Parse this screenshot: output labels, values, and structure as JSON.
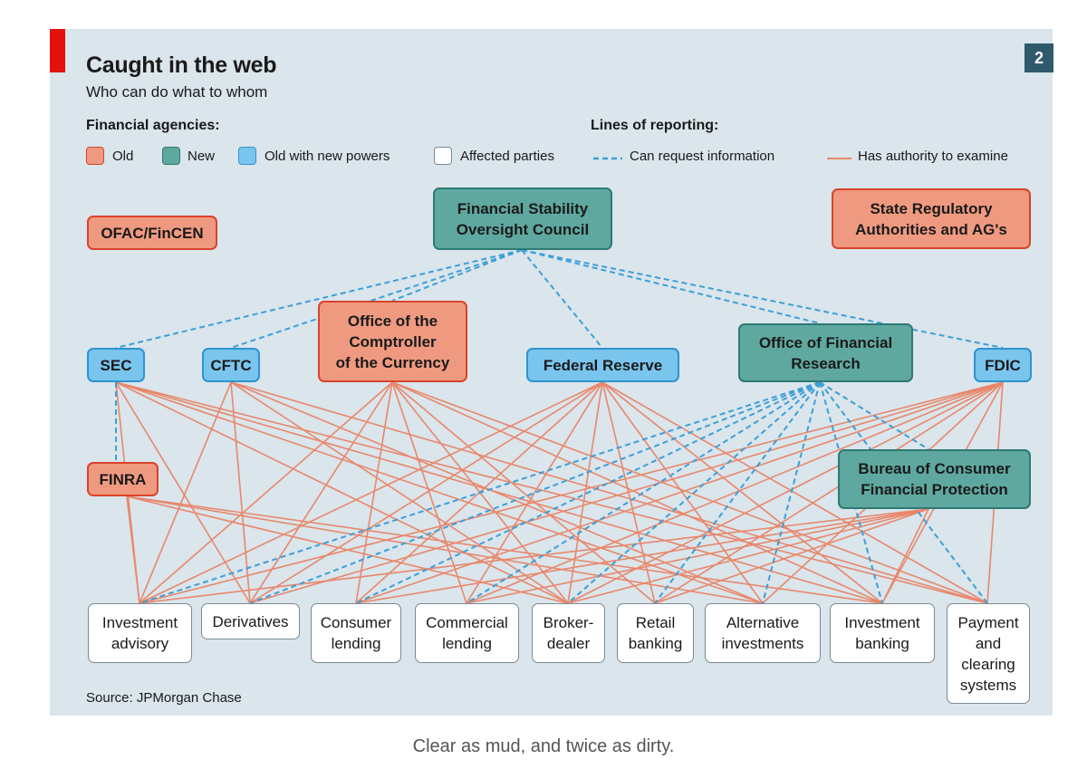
{
  "header": {
    "title": "Caught in the web",
    "subtitle": "Who can do what to whom",
    "chart_number": "2"
  },
  "legend": {
    "agencies_heading": "Financial agencies:",
    "reporting_heading": "Lines of reporting:",
    "old": "Old",
    "new": "New",
    "old_new_powers": "Old with new powers",
    "affected": "Affected parties",
    "request_info": "Can request information",
    "authority": "Has authority to examine"
  },
  "colors": {
    "old": "#ef9a80",
    "new": "#5fa8a0",
    "old_new_powers": "#79c5ee",
    "affected": "#ffffff",
    "request_line": "#3d9fd8",
    "authority_line": "#e9876a",
    "accent_red": "#e3120b"
  },
  "nodes": {
    "fsoc": "Financial Stability\nOversight Council",
    "ofac": "OFAC/FinCEN",
    "state": "State Regulatory\nAuthorities and AG's",
    "sec": "SEC",
    "cftc": "CFTC",
    "occ": "Office of the\nComptroller\nof the Currency",
    "fed": "Federal Reserve",
    "ofr": "Office of Financial\nResearch",
    "fdic": "FDIC",
    "finra": "FINRA",
    "cfpb": "Bureau of Consumer\nFinancial Protection",
    "inv_adv": "Investment\nadvisory",
    "deriv": "Derivatives",
    "cons": "Consumer\nlending",
    "comm": "Commercial\nlending",
    "broker": "Broker-\ndealer",
    "retail": "Retail\nbanking",
    "alt": "Alternative\ninvestments",
    "inv_bank": "Investment\nbanking",
    "payment": "Payment\nand\nclearing\nsystems"
  },
  "edges": {
    "request": [
      [
        "fsoc",
        "sec"
      ],
      [
        "fsoc",
        "cftc"
      ],
      [
        "fsoc",
        "occ"
      ],
      [
        "fsoc",
        "fed"
      ],
      [
        "fsoc",
        "ofr"
      ],
      [
        "fsoc",
        "fdic"
      ],
      [
        "sec",
        "finra"
      ],
      [
        "ofr",
        "inv_adv"
      ],
      [
        "ofr",
        "deriv"
      ],
      [
        "ofr",
        "cons"
      ],
      [
        "ofr",
        "comm"
      ],
      [
        "ofr",
        "broker"
      ],
      [
        "ofr",
        "retail"
      ],
      [
        "ofr",
        "alt"
      ],
      [
        "ofr",
        "inv_bank"
      ],
      [
        "ofr",
        "payment"
      ],
      [
        "ofr",
        "cfpb"
      ]
    ],
    "authority": [
      [
        "sec",
        "inv_adv"
      ],
      [
        "sec",
        "deriv"
      ],
      [
        "sec",
        "broker"
      ],
      [
        "sec",
        "alt"
      ],
      [
        "sec",
        "inv_bank"
      ],
      [
        "sec",
        "payment"
      ],
      [
        "cftc",
        "deriv"
      ],
      [
        "cftc",
        "inv_adv"
      ],
      [
        "cftc",
        "broker"
      ],
      [
        "cftc",
        "alt"
      ],
      [
        "cftc",
        "payment"
      ],
      [
        "occ",
        "inv_adv"
      ],
      [
        "occ",
        "deriv"
      ],
      [
        "occ",
        "cons"
      ],
      [
        "occ",
        "comm"
      ],
      [
        "occ",
        "broker"
      ],
      [
        "occ",
        "retail"
      ],
      [
        "occ",
        "inv_bank"
      ],
      [
        "occ",
        "payment"
      ],
      [
        "fed",
        "inv_adv"
      ],
      [
        "fed",
        "deriv"
      ],
      [
        "fed",
        "cons"
      ],
      [
        "fed",
        "comm"
      ],
      [
        "fed",
        "broker"
      ],
      [
        "fed",
        "retail"
      ],
      [
        "fed",
        "alt"
      ],
      [
        "fed",
        "inv_bank"
      ],
      [
        "fed",
        "payment"
      ],
      [
        "fdic",
        "inv_adv"
      ],
      [
        "fdic",
        "deriv"
      ],
      [
        "fdic",
        "cons"
      ],
      [
        "fdic",
        "comm"
      ],
      [
        "fdic",
        "broker"
      ],
      [
        "fdic",
        "retail"
      ],
      [
        "fdic",
        "alt"
      ],
      [
        "fdic",
        "inv_bank"
      ],
      [
        "fdic",
        "payment"
      ],
      [
        "finra",
        "inv_adv"
      ],
      [
        "finra",
        "broker"
      ],
      [
        "finra",
        "inv_bank"
      ],
      [
        "finra",
        "alt"
      ],
      [
        "cfpb",
        "cons"
      ],
      [
        "cfpb",
        "retail"
      ],
      [
        "cfpb",
        "comm"
      ],
      [
        "cfpb",
        "inv_adv"
      ],
      [
        "cfpb",
        "broker"
      ],
      [
        "cfpb",
        "inv_bank"
      ]
    ]
  },
  "source": "Source: JPMorgan Chase",
  "caption": "Clear as mud, and twice as dirty."
}
